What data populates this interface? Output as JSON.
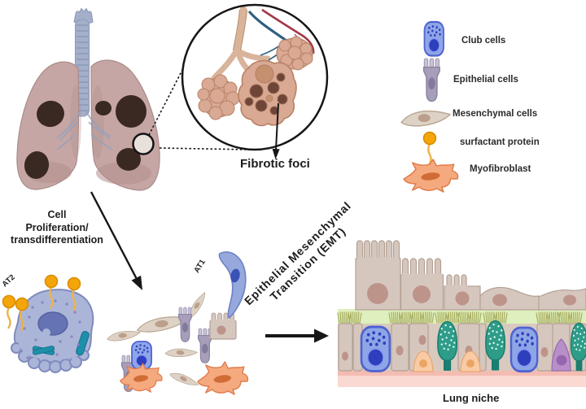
{
  "title": "Lung fibrosis, cell proliferation and EMT diagram",
  "colors": {
    "club_body": "#8ea6e6",
    "club_border": "#4f62d2",
    "club_nucleus": "#2e3fbe",
    "epi_top": "#c9c3d6",
    "epi_body": "#a79fba",
    "epi_nucleus": "#837a9c",
    "mes_body": "#ded2c6",
    "mes_border": "#b9a691",
    "mes_nucleus": "#bb9f8a",
    "surf": "#f4a50a",
    "surf_dark": "#d98c00",
    "myo_body": "#f5a97e",
    "myo_border": "#e07a4b",
    "myo_nucleus": "#d06c35",
    "at2_body": "#abb5d8",
    "at2_border": "#7f8bbd",
    "at2_nucleus": "#6573b4",
    "at2_teal": "#1d8fa9",
    "at1_body": "#96a9dd",
    "at1_border": "#6c80c4",
    "at1_nucleus": "#3a51b6",
    "lung": "#c6a6a4",
    "lung_shade": "#b08e8d",
    "lung_dark": "#3a2823",
    "lung_line": "#a98b8a",
    "trachea": "#a4b0ca",
    "trachea_dark": "#8b98b8",
    "alv": "#d9a994",
    "alv_line": "#b88266",
    "alv_inner": "#c4906f",
    "fib_dark": "#6e4537",
    "vessel_blue": "#2e5f80",
    "vessel_red": "#a23a49",
    "niche_cell": "#d6c7be",
    "niche_border": "#b3a094",
    "niche_nucleus": "#bd948a",
    "niche_green": "#def0bd",
    "cilia": "#a9ae5f",
    "goblet": "#2d9d89",
    "goblet_dark": "#17796c",
    "basal": "#f8cba5",
    "basal_line": "#eba870",
    "basal_nucleus": "#e89f56",
    "purple": "#b98fca",
    "purple_dark": "#9566ae",
    "pink": "#f3bcb2",
    "pink_light": "#f9d9d1",
    "ink": "#161616",
    "text": "#1c1c1c"
  },
  "labels": {
    "fibrotic_foci": "Fibrotic foci",
    "proliferation": "Cell\nProliferation/\ntransdifferentiation",
    "at2": "AT2",
    "at1": "AT1",
    "emt": "Epithelial Mesenchymal\nTransition (EMT)",
    "lung_niche": "Lung niche"
  },
  "legend": {
    "items": [
      {
        "label": "Club cells",
        "icon": "club-cell-icon"
      },
      {
        "label": "Epithelial cells",
        "icon": "epithelial-cell-icon"
      },
      {
        "label": "Mesenchymal cells",
        "icon": "mesenchymal-cell-icon"
      },
      {
        "label": "surfactant protein",
        "icon": "surfactant-protein-icon"
      },
      {
        "label": "Myofibroblast",
        "icon": "myofibroblast-icon"
      }
    ]
  }
}
